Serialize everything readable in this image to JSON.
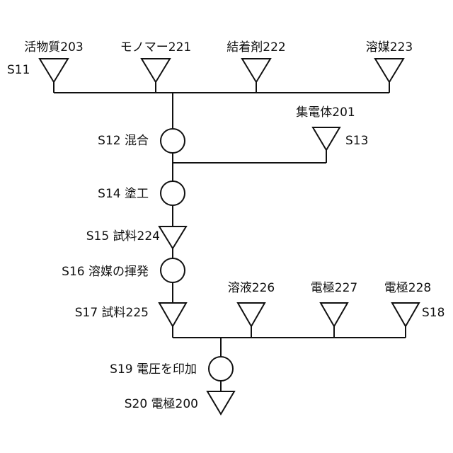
{
  "inputs": {
    "active_material": "活物質203",
    "monomer": "モノマー221",
    "binder": "結着剤222",
    "solvent": "溶媒223",
    "collector": "集電体201",
    "solution": "溶液226",
    "electrode_227": "電極227",
    "electrode_228": "電極228"
  },
  "steps": {
    "s11": "S11",
    "s12": "S12 混合",
    "s13": "S13",
    "s14": "S14 塗工",
    "s15": "S15 試料224",
    "s16": "S16 溶媒の揮発",
    "s17": "S17 試料225",
    "s18": "S18",
    "s19": "S19 電圧を印加",
    "s20": "S20 電極200"
  }
}
